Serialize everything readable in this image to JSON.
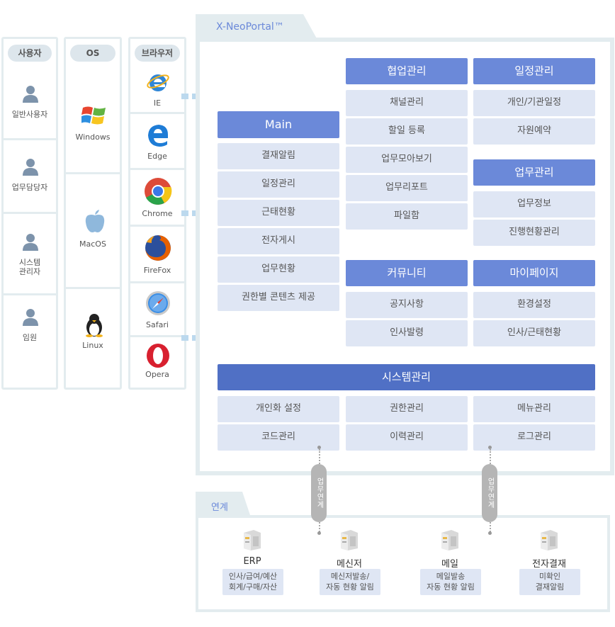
{
  "users": {
    "header": "사용자",
    "items": [
      "일반사용자",
      "업무담당자",
      "시스템\n관리자",
      "임원"
    ]
  },
  "os": {
    "header": "OS",
    "items": [
      "Windows",
      "MacOS",
      "Linux"
    ]
  },
  "browsers": {
    "header": "브라우저",
    "items": [
      "IE",
      "Edge",
      "Chrome",
      "FireFox",
      "Safari",
      "Opera"
    ]
  },
  "portal": {
    "title": "X-NeoPortal™",
    "main": {
      "header": "Main",
      "items": [
        "결재알림",
        "일정관리",
        "근태현황",
        "전자게시",
        "업무현황",
        "권한별 콘텐츠 제공"
      ]
    },
    "collab": {
      "header": "협업관리",
      "items": [
        "채널관리",
        "할일 등록",
        "업무모아보기",
        "업무리포트",
        "파일함"
      ]
    },
    "schedule": {
      "header": "일정관리",
      "items": [
        "개인/기관일정",
        "자원예약"
      ]
    },
    "work": {
      "header": "업무관리",
      "items": [
        "업무정보",
        "진행현황관리"
      ]
    },
    "community": {
      "header": "커뮤니티",
      "items": [
        "공지사항",
        "인사발령"
      ]
    },
    "mypage": {
      "header": "마이페이지",
      "items": [
        "환경설정",
        "인사/근태현황"
      ]
    },
    "system": {
      "header": "시스템관리",
      "items": [
        "개인화 설정",
        "권한관리",
        "메뉴관리",
        "코드관리",
        "이력관리",
        "로그관리"
      ]
    }
  },
  "link": {
    "pill_label": "업무연계",
    "title": "연계",
    "systems": [
      {
        "name": "ERP",
        "desc": "인사/급여/예산\n회계/구매/자산"
      },
      {
        "name": "메신저",
        "desc": "메신저발송/\n자동 현황 알림"
      },
      {
        "name": "메일",
        "desc": "메일발송\n자동 현황 알림"
      },
      {
        "name": "전자결재",
        "desc": "미확인\n결재알림"
      }
    ]
  },
  "colors": {
    "header_blue": "#6b89d9",
    "system_blue": "#5070c5",
    "item_bg": "#dfe6f4",
    "frame": "#e3ecef",
    "arrow": "#bcd9ee"
  }
}
